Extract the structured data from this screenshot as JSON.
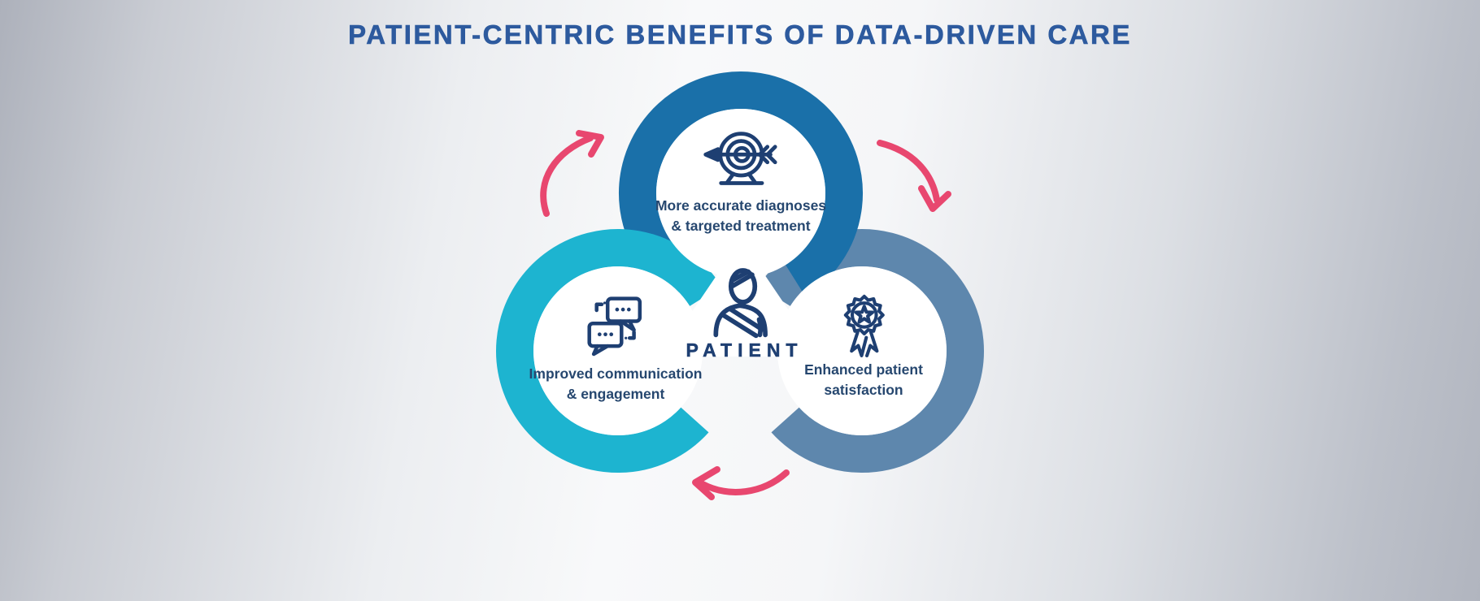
{
  "title": "PATIENT-CENTRIC BENEFITS OF DATA-DRIVEN CARE",
  "center": {
    "label": "PATIENT",
    "icon": "patient-icon"
  },
  "nodes": [
    {
      "id": "diagnoses",
      "position": "top",
      "icon": "target-arrow-icon",
      "line1": "More accurate diagnoses",
      "line2": "& targeted treatment"
    },
    {
      "id": "communication",
      "position": "bottom-left",
      "icon": "chat-bubbles-icon",
      "line1": "Improved communication",
      "line2": "& engagement"
    },
    {
      "id": "satisfaction",
      "position": "bottom-right",
      "icon": "award-ribbon-icon",
      "line1": "Enhanced patient",
      "line2": "satisfaction"
    }
  ],
  "arrows": [
    {
      "id": "arrow-upper-left",
      "description": "curved arrow pointing up-right toward top circle"
    },
    {
      "id": "arrow-upper-right",
      "description": "curved arrow pointing down toward right circle"
    },
    {
      "id": "arrow-bottom",
      "description": "curved arrow pointing left toward left circle"
    }
  ],
  "colors": {
    "title_blue": "#2d5a9e",
    "ring_top": "#1a70a9",
    "ring_left": "#1db4d0",
    "ring_right": "#5e87ad",
    "navy": "#1e3f72",
    "label_navy": "#26476f",
    "arrow_pink": "#e8476f",
    "white": "#ffffff"
  }
}
